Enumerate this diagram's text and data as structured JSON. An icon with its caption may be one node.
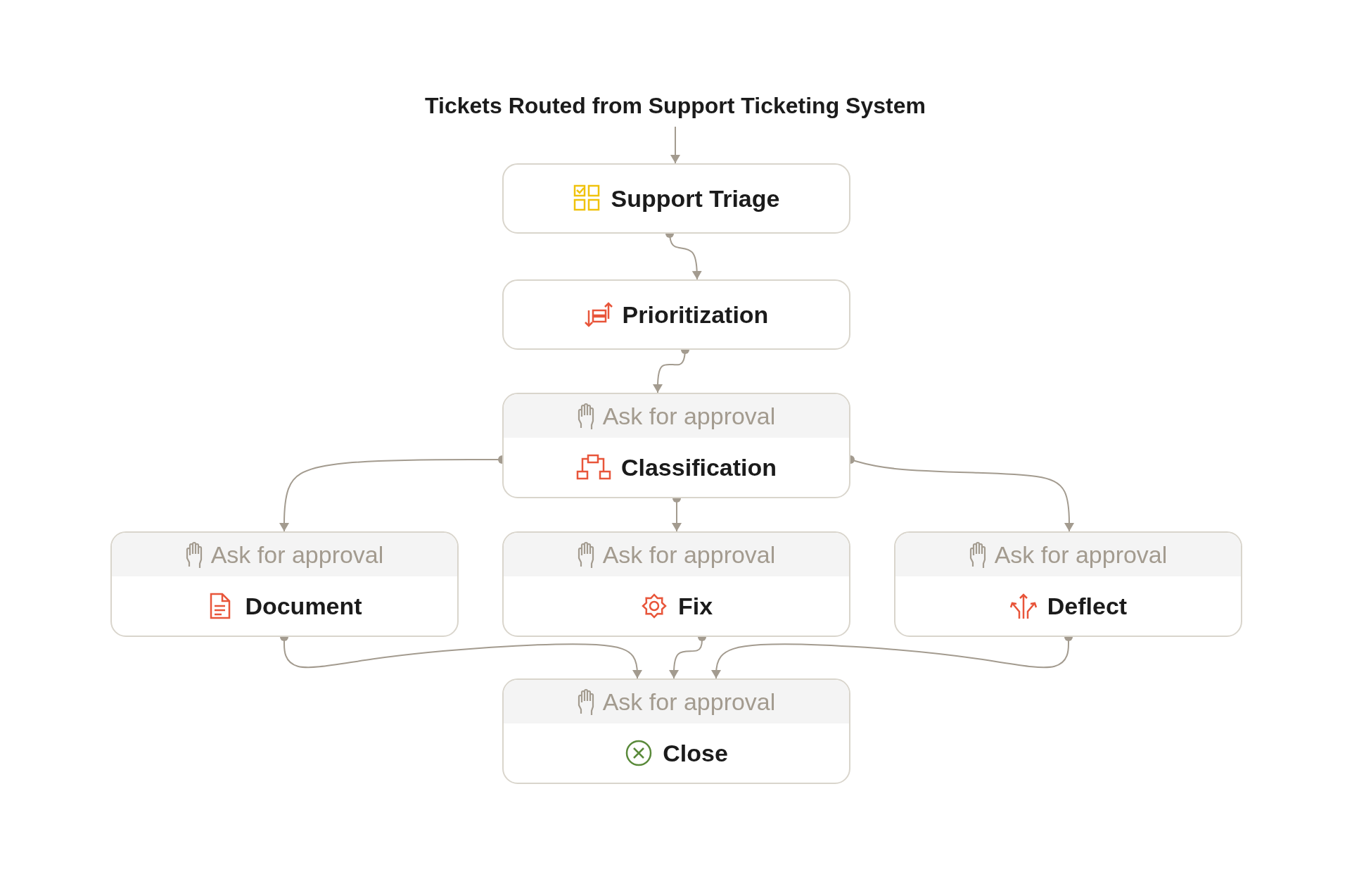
{
  "diagram": {
    "nodes": [
      {
        "text": [
          "Tickets Routed from Support Ticketing System"
        ]
      },
      {
        "text": [
          "Support Triage"
        ]
      },
      {
        "text": [
          "Prioritization"
        ]
      },
      {
        "text": [
          "Ask for approval",
          "Classification"
        ]
      },
      {
        "text": [
          "Ask for approval",
          "Document"
        ]
      },
      {
        "text": [
          "Ask for approval",
          "Fix"
        ]
      },
      {
        "text": [
          "Ask for approval",
          "Deflect"
        ]
      },
      {
        "text": [
          "Ask for approval",
          "Close"
        ]
      }
    ],
    "edges": [
      {
        "from": 0,
        "to": 1,
        "arrow": "to"
      },
      {
        "from": 1,
        "to": 2,
        "arrow": "to"
      },
      {
        "from": 2,
        "to": 3,
        "arrow": "to"
      },
      {
        "from": 3,
        "to": 4,
        "arrow": "to"
      },
      {
        "from": 3,
        "to": 5,
        "arrow": "to"
      },
      {
        "from": 3,
        "to": 6,
        "arrow": "to"
      },
      {
        "from": 4,
        "to": 7,
        "arrow": "to"
      },
      {
        "from": 5,
        "to": 7,
        "arrow": "to"
      },
      {
        "from": 6,
        "to": 7,
        "arrow": "to"
      }
    ]
  }
}
